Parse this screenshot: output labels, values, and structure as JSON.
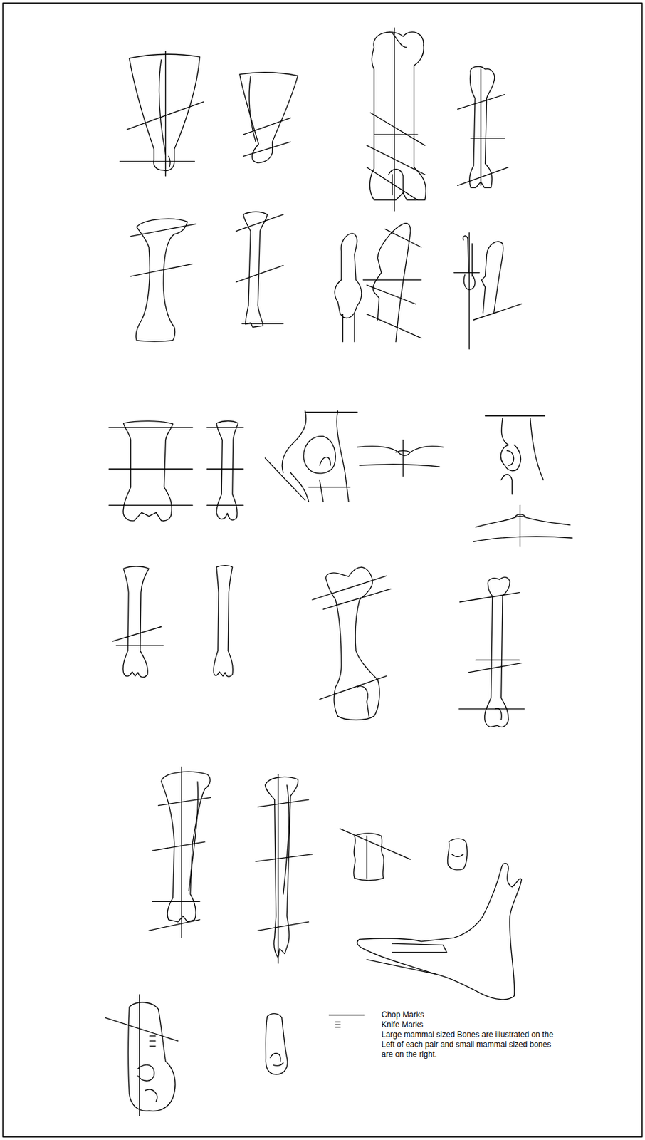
{
  "diagram": {
    "labels": [
      "Large mammal sized Bones are illustrated on the Left of each pair and small mammal sized bones are on the right."
    ],
    "legend": [
      {
        "text": "Chop Marks"
      },
      {
        "text": "Knife Marks"
      }
    ]
  }
}
